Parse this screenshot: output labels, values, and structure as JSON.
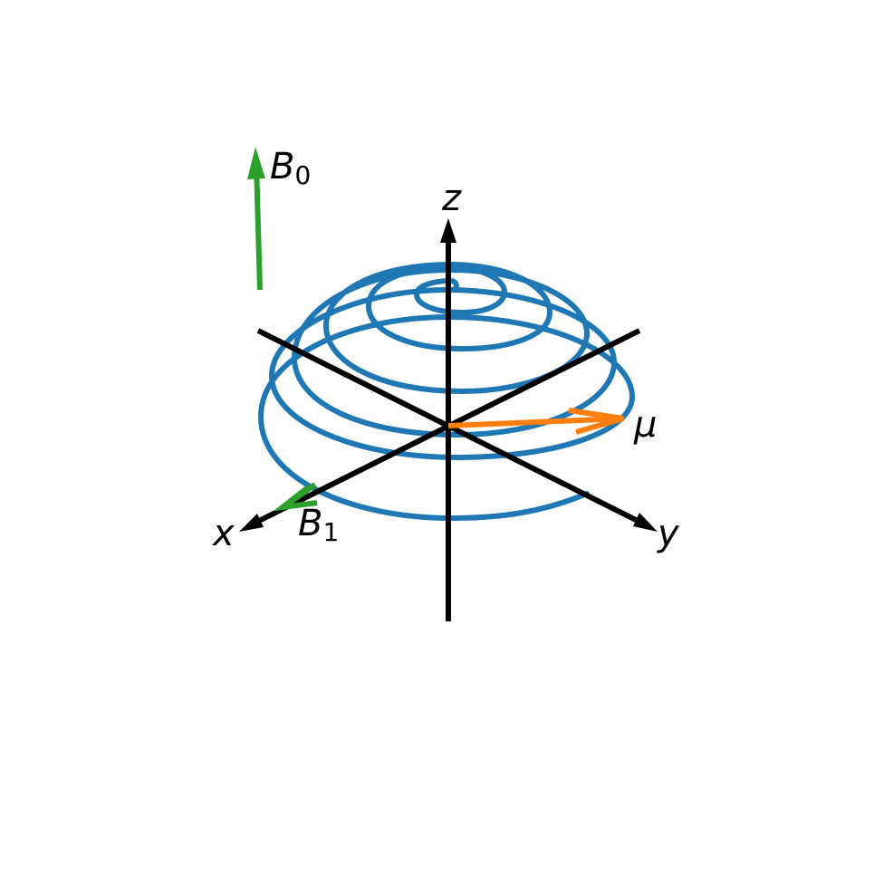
{
  "labels": {
    "z": "z",
    "x": "x",
    "y": "y",
    "mu": "μ",
    "b0_main": "B",
    "b0_sub": "0",
    "b1_main": "B",
    "b1_sub": "1"
  },
  "colors": {
    "axes": "#000000",
    "spiral": "#1f77b4",
    "magnetic_field": "#2ca02c",
    "moment": "#ff7f0e",
    "background": "#ffffff"
  }
}
